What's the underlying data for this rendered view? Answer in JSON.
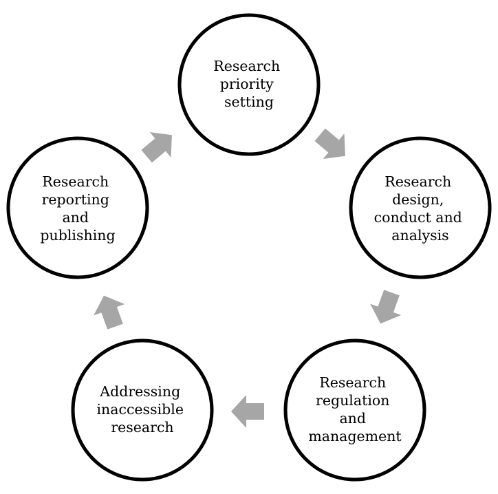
{
  "diagram": {
    "type": "cycle",
    "arrow_color": "#a6a6a6",
    "stages": [
      {
        "id": "priority",
        "lines": [
          "Research",
          "priority",
          "setting"
        ]
      },
      {
        "id": "design",
        "lines": [
          "Research",
          "design,",
          "conduct and",
          "analysis"
        ]
      },
      {
        "id": "regulation",
        "lines": [
          "Research",
          "regulation",
          "and",
          "management"
        ]
      },
      {
        "id": "inaccessible",
        "lines": [
          "Addressing",
          "inaccessible",
          "research"
        ]
      },
      {
        "id": "reporting",
        "lines": [
          "Research",
          "reporting",
          "and",
          "publishing"
        ]
      }
    ]
  }
}
